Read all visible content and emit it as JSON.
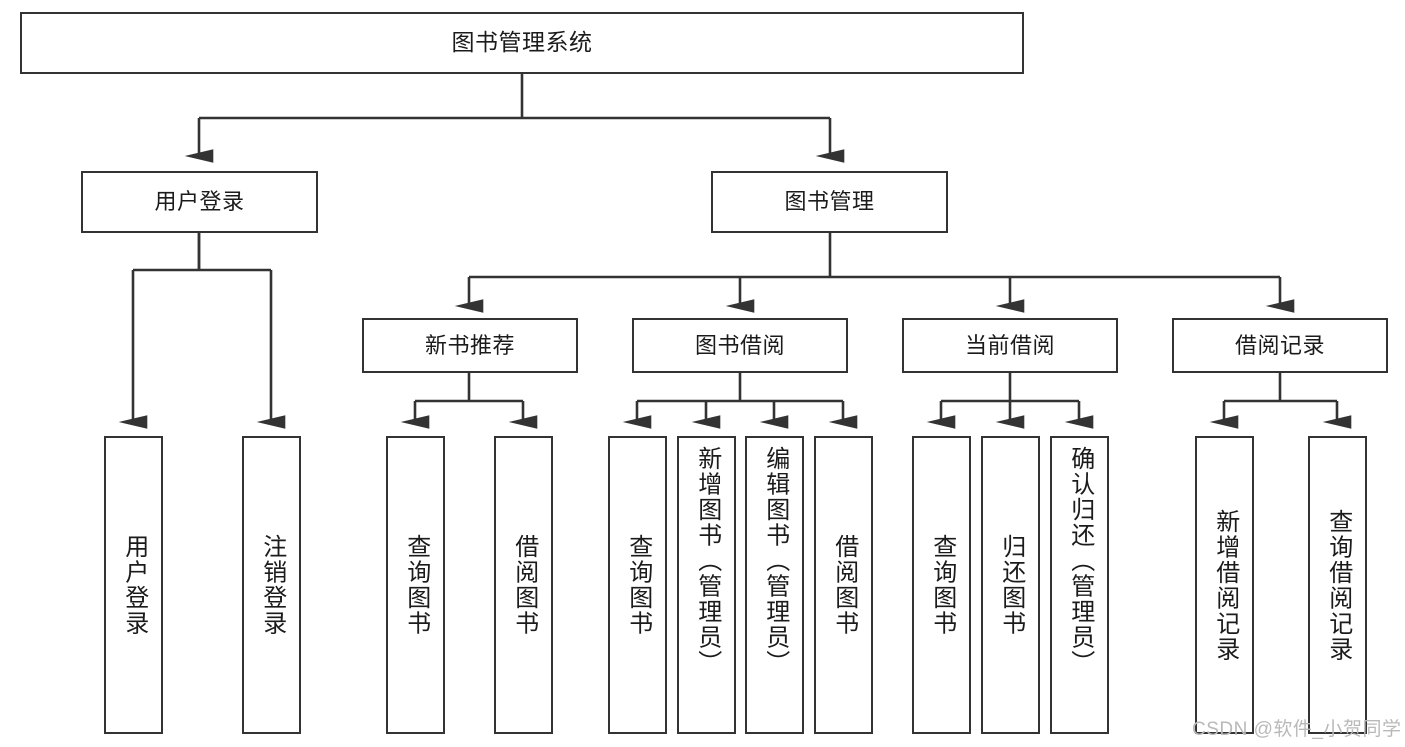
{
  "diagram": {
    "title": "图书管理系统",
    "type": "tree-hierarchy-chart",
    "colors": {
      "box_border": "#333333",
      "box_fill": "#ffffff",
      "edge": "#333333",
      "text": "#1b1b1b",
      "watermark": "#b9b9b9",
      "background": "#ffffff"
    },
    "root": {
      "label": "图书管理系统"
    },
    "level2": [
      {
        "label": "用户登录"
      },
      {
        "label": "图书管理"
      }
    ],
    "level3": [
      {
        "label": "新书推荐"
      },
      {
        "label": "图书借阅"
      },
      {
        "label": "当前借阅"
      },
      {
        "label": "借阅记录"
      }
    ],
    "leaves": {
      "user_login": [
        {
          "label": "用户登录"
        },
        {
          "label": "注销登录"
        }
      ],
      "new_book_recommend": [
        {
          "label": "查询图书"
        },
        {
          "label": "借阅图书"
        }
      ],
      "book_borrow": [
        {
          "label": "查询图书"
        },
        {
          "label": "新增图书（管理员）"
        },
        {
          "label": "编辑图书（管理员）"
        },
        {
          "label": "借阅图书"
        }
      ],
      "current_borrow": [
        {
          "label": "查询图书"
        },
        {
          "label": "归还图书"
        },
        {
          "label": "确认归还（管理员）"
        }
      ],
      "borrow_record": [
        {
          "label": "新增借阅记录"
        },
        {
          "label": "查询借阅记录"
        }
      ]
    },
    "watermark": "CSDN @软件_小贺同学"
  }
}
